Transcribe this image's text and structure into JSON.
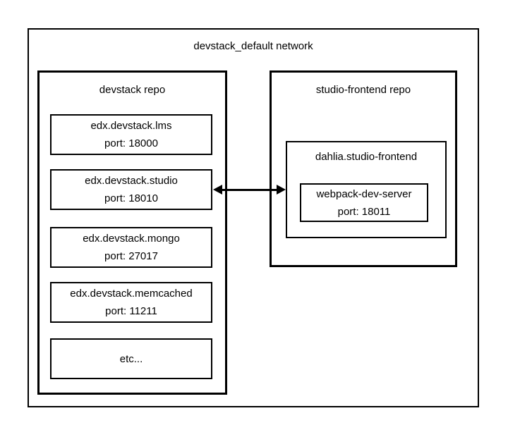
{
  "network": {
    "title": "devstack_default network"
  },
  "left_repo": {
    "title": "devstack repo",
    "services": [
      {
        "name": "edx.devstack.lms",
        "port": "port: 18000"
      },
      {
        "name": "edx.devstack.studio",
        "port": "port: 18010"
      },
      {
        "name": "edx.devstack.mongo",
        "port": "port: 27017"
      },
      {
        "name": "edx.devstack.memcached",
        "port": "port: 11211"
      },
      {
        "name": "etc...",
        "port": ""
      }
    ]
  },
  "right_repo": {
    "title": "studio-frontend repo",
    "container": {
      "title": "dahlia.studio-frontend",
      "service": {
        "name": "webpack-dev-server",
        "port": "port: 18011"
      }
    }
  },
  "connection": {
    "type": "bidirectional-arrow",
    "from": "edx.devstack.studio",
    "to": "dahlia.studio-frontend"
  },
  "colors": {
    "background": "#ffffff",
    "border": "#000000",
    "text": "#000000"
  }
}
